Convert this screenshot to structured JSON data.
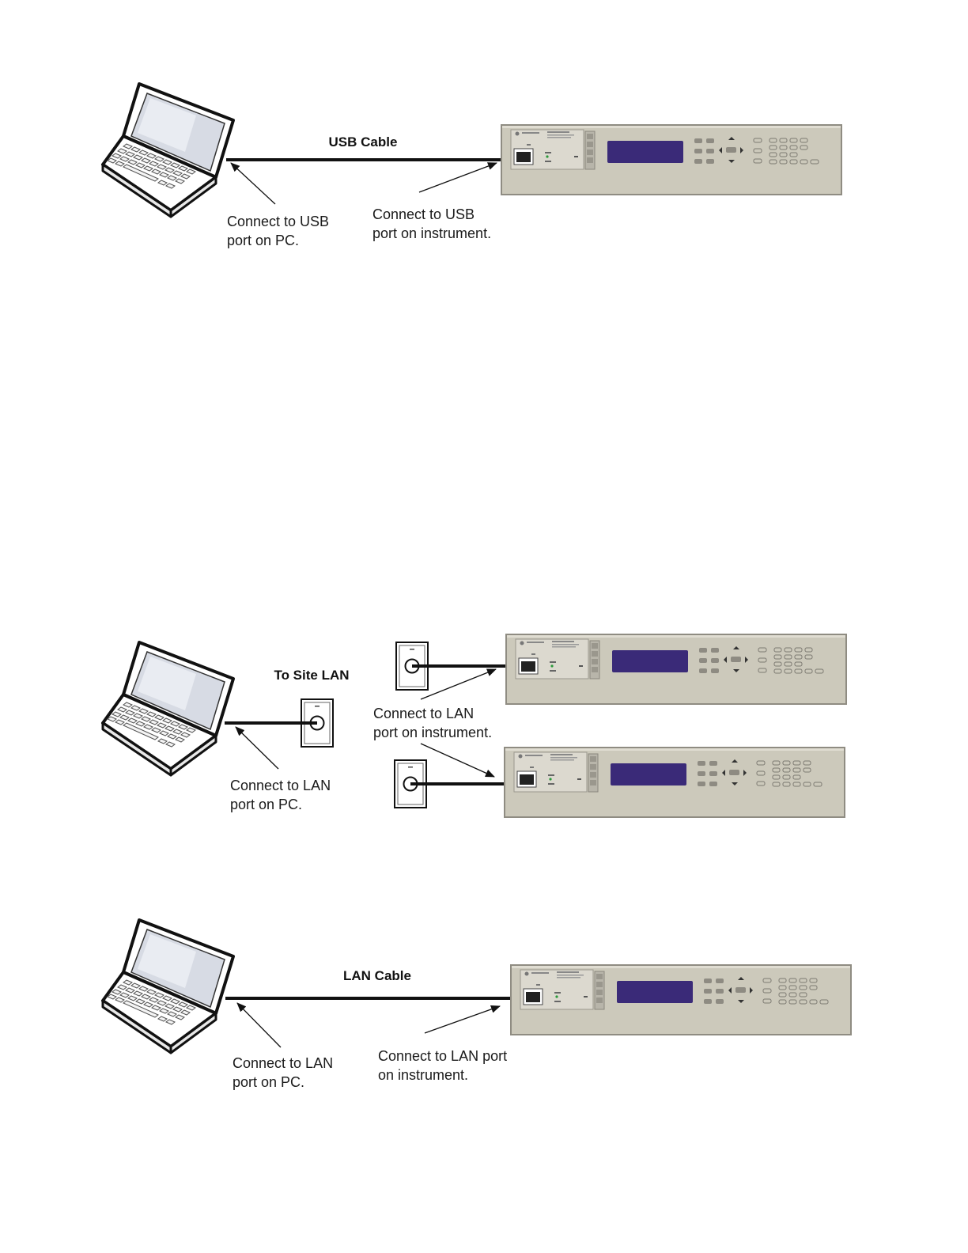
{
  "usb_section": {
    "cable_label": "USB Cable",
    "pc_note": [
      "Connect to USB",
      "port  on PC."
    ],
    "instrument_note": [
      "Connect to USB",
      "port on instrument."
    ]
  },
  "site_lan_section": {
    "cable_label": "To Site LAN",
    "pc_note": [
      "Connect to LAN",
      "port  on PC."
    ],
    "instrument_note": [
      "Connect to LAN",
      "port on instrument."
    ]
  },
  "direct_lan_section": {
    "cable_label": "LAN Cable",
    "pc_note": [
      "Connect to LAN",
      "port on PC."
    ],
    "instrument_note": [
      "Connect to LAN port",
      "on instrument."
    ]
  },
  "colors": {
    "instrument_panel": "#ccc9bb",
    "display": "#3a2a78",
    "cable": "#111111"
  }
}
